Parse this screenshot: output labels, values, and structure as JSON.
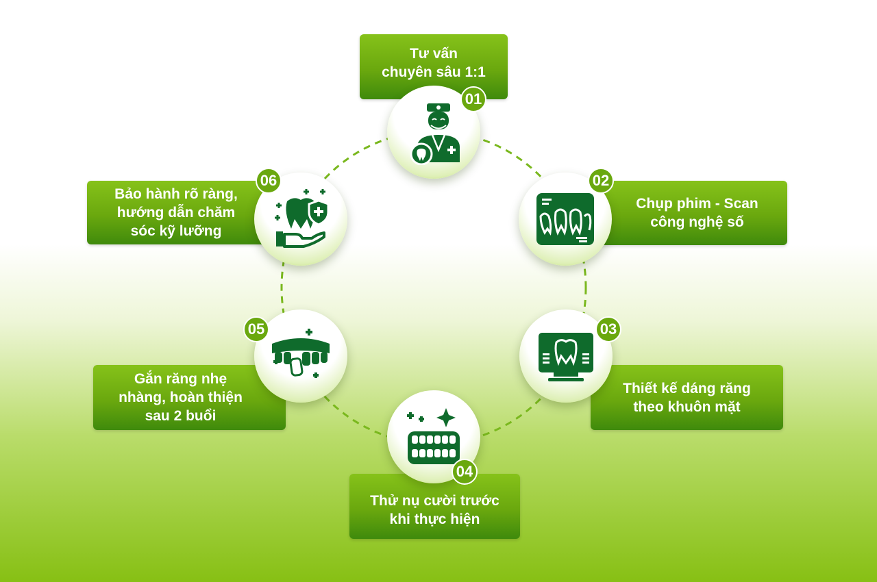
{
  "colors": {
    "primary_green": "#6aa80e",
    "dark_green": "#0f6b2c",
    "light_green": "#86c21a"
  },
  "steps": [
    {
      "num": "01",
      "label": "Tư vấn\nchuyên sâu 1:1",
      "icon": "dentist-icon"
    },
    {
      "num": "02",
      "label": "Chụp phim - Scan\ncông nghệ số",
      "icon": "xray-teeth-icon"
    },
    {
      "num": "03",
      "label": "Thiết kế dáng răng\ntheo khuôn mặt",
      "icon": "tooth-monitor-icon"
    },
    {
      "num": "04",
      "label": "Thử nụ cười trước\nkhi thực hiện",
      "icon": "denture-sparkle-icon"
    },
    {
      "num": "05",
      "label": "Gắn răng nhẹ\nnhàng, hoàn thiện\nsau 2 buổi",
      "icon": "veneer-teeth-icon"
    },
    {
      "num": "06",
      "label": "Bảo hành rõ ràng,\nhướng dẫn chăm\nsóc kỹ lưỡng",
      "icon": "tooth-shield-hand-icon"
    }
  ]
}
